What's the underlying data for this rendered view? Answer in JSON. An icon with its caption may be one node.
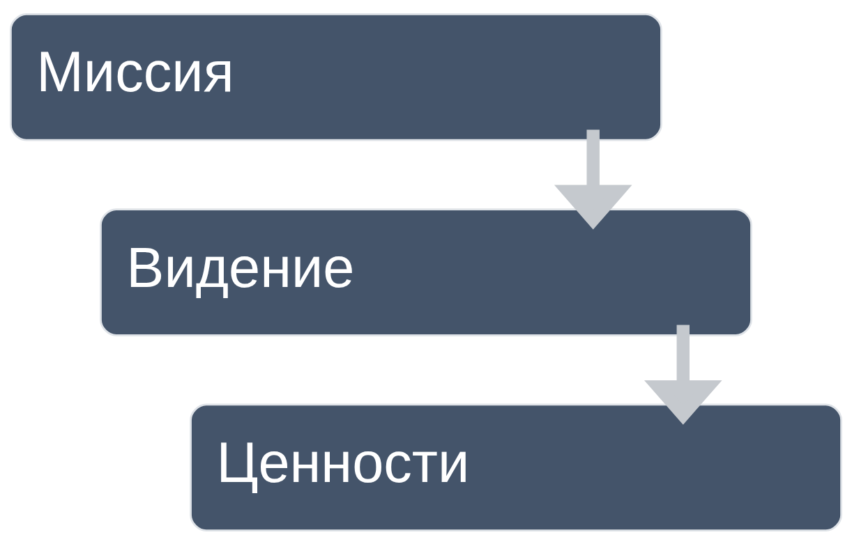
{
  "diagram": {
    "nodes": [
      {
        "text": [
          "Миссия"
        ]
      },
      {
        "text": [
          "Видение"
        ]
      },
      {
        "text": [
          "Ценности"
        ]
      }
    ],
    "edges": [
      {
        "from": 0,
        "to": 1,
        "arrow": "to"
      },
      {
        "from": 1,
        "to": 2,
        "arrow": "to"
      }
    ]
  }
}
